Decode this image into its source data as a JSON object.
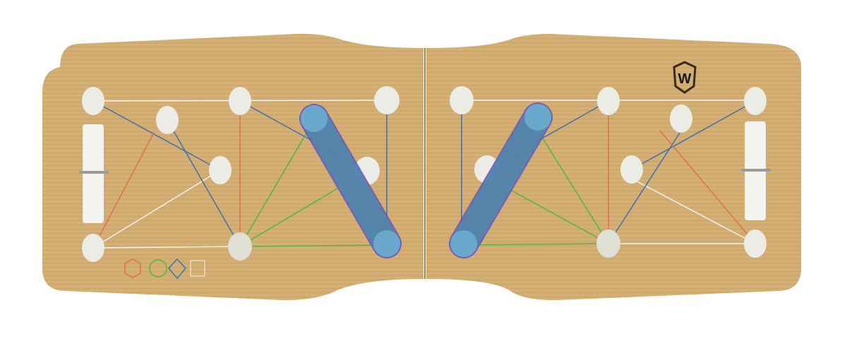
{
  "image": {
    "subject": "Foldable bamboo push-up board with color-coded peg holes",
    "background_color": "#ffffff",
    "wood_color": "#d2ad72",
    "wood_dark": "#b98f55"
  },
  "board": {
    "halves": [
      "left-half",
      "right-half"
    ],
    "logo_letter": "W",
    "colors": {
      "white_line": "#f0f0ec",
      "blue_line": "#3f6fb0",
      "red_line": "#e07050",
      "green_line": "#4cb848",
      "handle_fill": "#5a9ec8",
      "handle_border": "#6a4ec0",
      "peg": "#ecece6"
    },
    "icons": [
      {
        "name": "chest-muscle-icon",
        "color": "#e07050"
      },
      {
        "name": "arm-muscle-icon",
        "color": "#4cb848"
      },
      {
        "name": "shoulder-muscle-icon",
        "color": "#3f6fb0"
      },
      {
        "name": "back-muscle-icon",
        "color": "#e8dcc0"
      }
    ]
  }
}
